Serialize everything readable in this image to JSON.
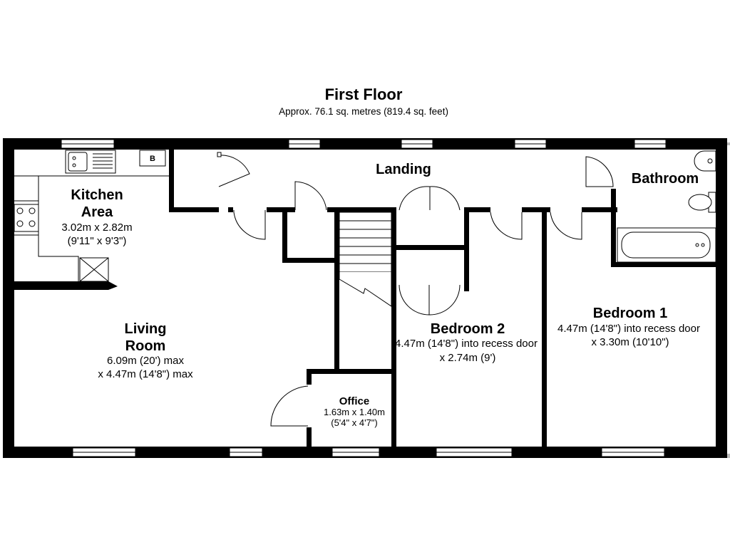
{
  "header": {
    "title": "First Floor",
    "subtitle": "Approx. 76.1 sq. metres (819.4 sq. feet)"
  },
  "rooms": {
    "kitchen": {
      "name_line1": "Kitchen",
      "name_line2": "Area",
      "dim1": "3.02m x 2.82m",
      "dim2": "(9'11\" x 9'3\")"
    },
    "living": {
      "name_line1": "Living",
      "name_line2": "Room",
      "dim1": "6.09m (20') max",
      "dim2": "x 4.47m (14'8\") max"
    },
    "landing": {
      "name": "Landing"
    },
    "bathroom": {
      "name": "Bathroom"
    },
    "bedroom2": {
      "name": "Bedroom 2",
      "dim1": "4.47m (14'8\") into recess door",
      "dim2": "x 2.74m (9')"
    },
    "bedroom1": {
      "name": "Bedroom 1",
      "dim1": "4.47m (14'8\") into recess door",
      "dim2": "x 3.30m (10'10\")"
    },
    "office": {
      "name": "Office",
      "dim1": "1.63m x 1.40m",
      "dim2": "(5'4\" x 4'7\")"
    }
  },
  "fixtures": {
    "boiler_label": "B"
  }
}
